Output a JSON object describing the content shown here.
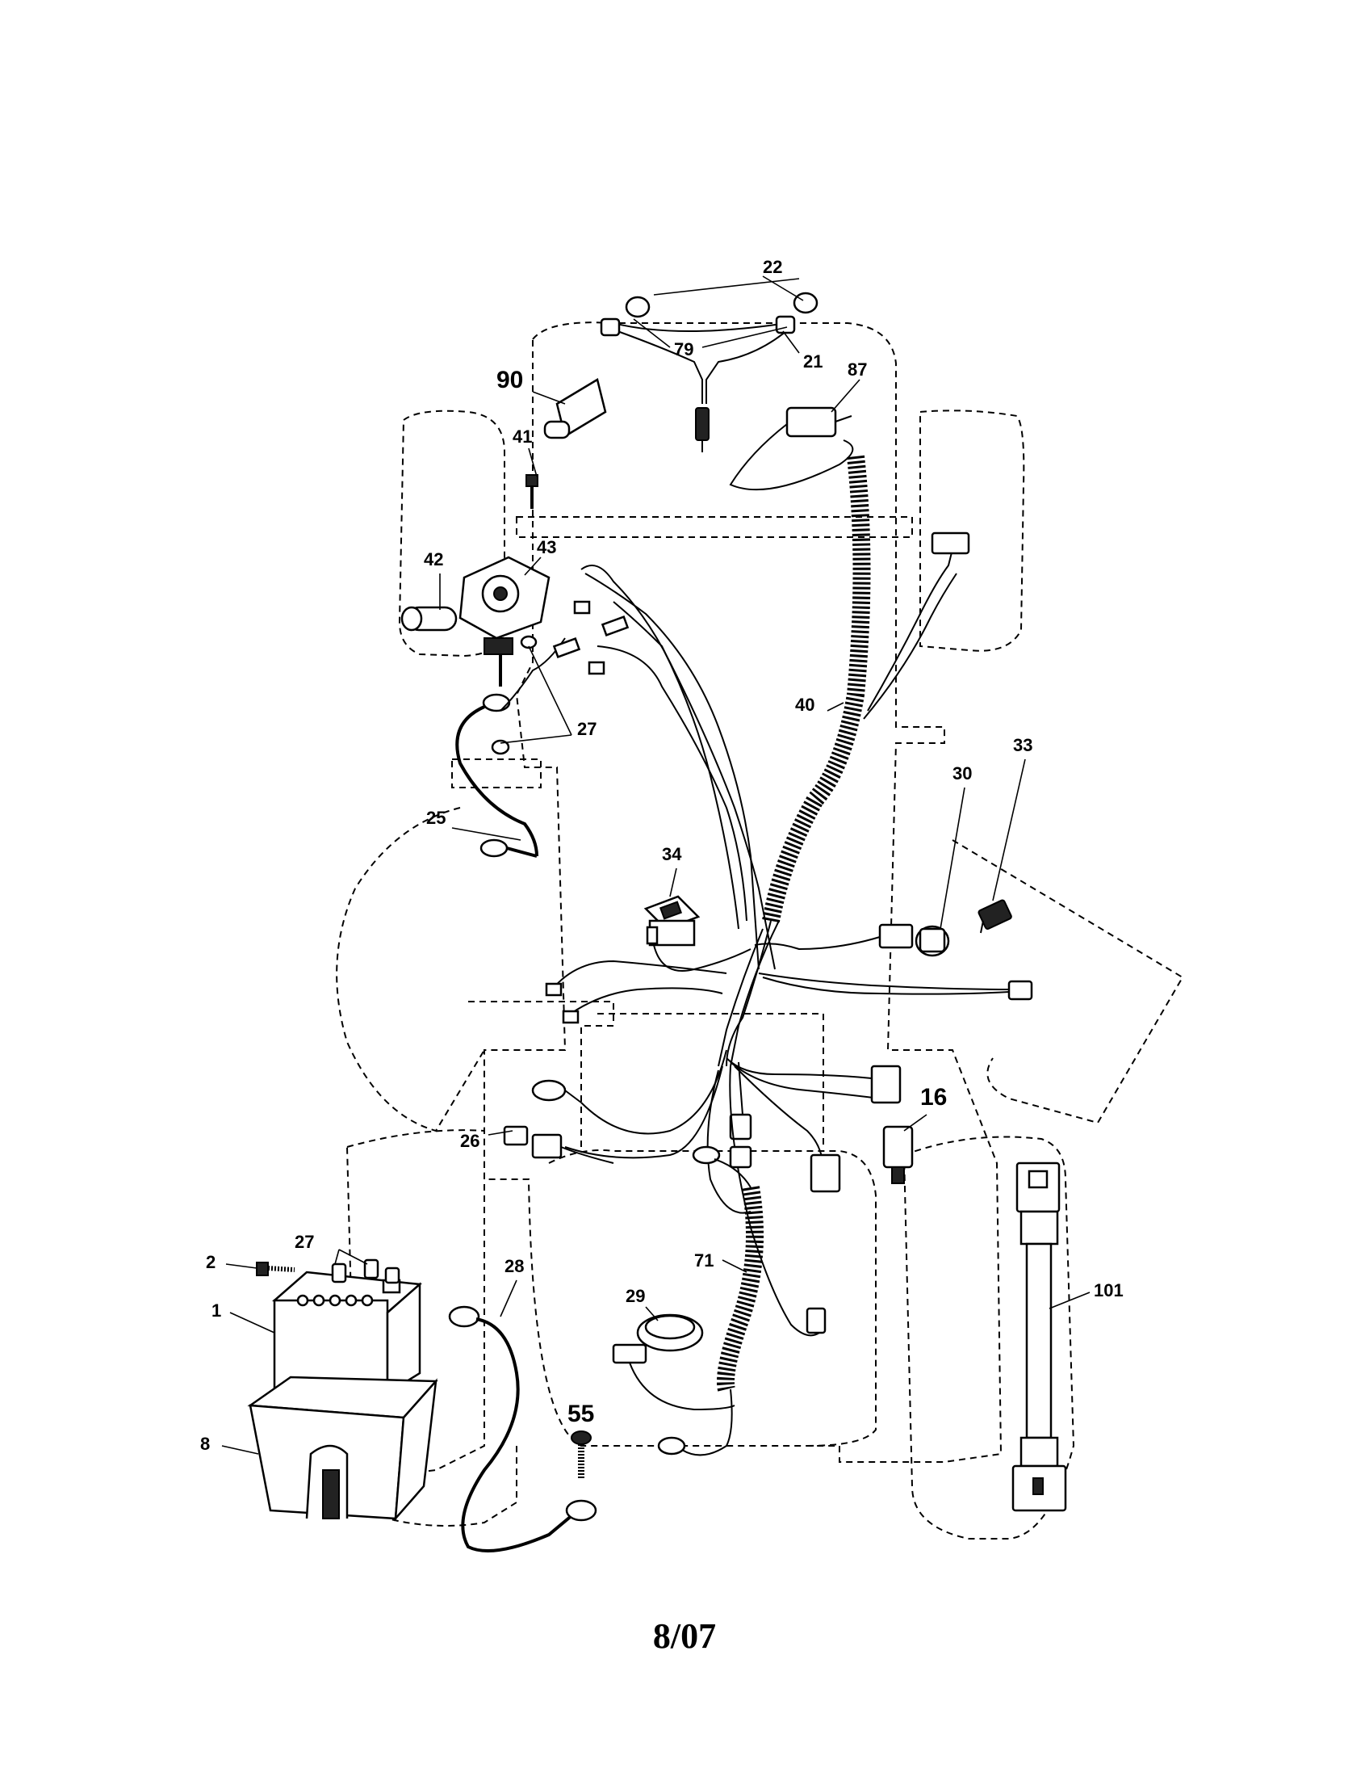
{
  "diagram": {
    "callouts": [
      {
        "id": "callout-22",
        "text": "22"
      },
      {
        "id": "callout-79",
        "text": "79"
      },
      {
        "id": "callout-21",
        "text": "21"
      },
      {
        "id": "callout-87",
        "text": "87"
      },
      {
        "id": "callout-90",
        "text": "90"
      },
      {
        "id": "callout-41",
        "text": "41"
      },
      {
        "id": "callout-42",
        "text": "42"
      },
      {
        "id": "callout-43",
        "text": "43"
      },
      {
        "id": "callout-27-upper",
        "text": "27"
      },
      {
        "id": "callout-40",
        "text": "40"
      },
      {
        "id": "callout-33",
        "text": "33"
      },
      {
        "id": "callout-30",
        "text": "30"
      },
      {
        "id": "callout-25",
        "text": "25"
      },
      {
        "id": "callout-34",
        "text": "34"
      },
      {
        "id": "callout-16",
        "text": "16"
      },
      {
        "id": "callout-26",
        "text": "26"
      },
      {
        "id": "callout-27-lower",
        "text": "27"
      },
      {
        "id": "callout-2",
        "text": "2"
      },
      {
        "id": "callout-28",
        "text": "28"
      },
      {
        "id": "callout-71",
        "text": "71"
      },
      {
        "id": "callout-101",
        "text": "101"
      },
      {
        "id": "callout-1",
        "text": "1"
      },
      {
        "id": "callout-29",
        "text": "29"
      },
      {
        "id": "callout-55",
        "text": "55"
      },
      {
        "id": "callout-8",
        "text": "8"
      }
    ],
    "footer_text": "8/07"
  }
}
